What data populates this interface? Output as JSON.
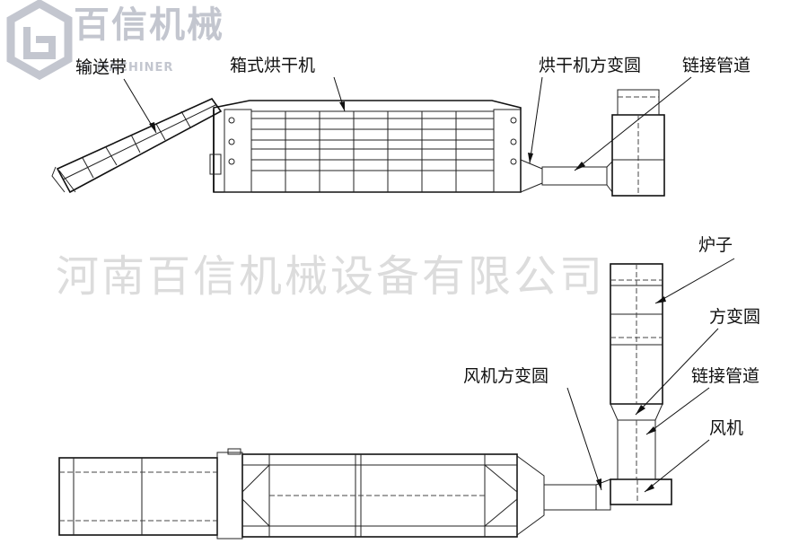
{
  "logo": {
    "text": "百信机械",
    "subtext": "N MACHINER"
  },
  "watermark": "河南百信机械设备有限公司",
  "labels": {
    "conveyor": "输送带",
    "box_dryer": "箱式烘干机",
    "dryer_transition": "烘干机方变圆",
    "connecting_pipe_top": "链接管道",
    "furnace": "炉子",
    "transition": "方变圆",
    "fan_transition": "风机方变圆",
    "connecting_pipe_bottom": "链接管道",
    "fan": "风机"
  },
  "colors": {
    "line": "#111111",
    "watermark": "#dcdcdc",
    "logo": "#c3c6cf"
  }
}
